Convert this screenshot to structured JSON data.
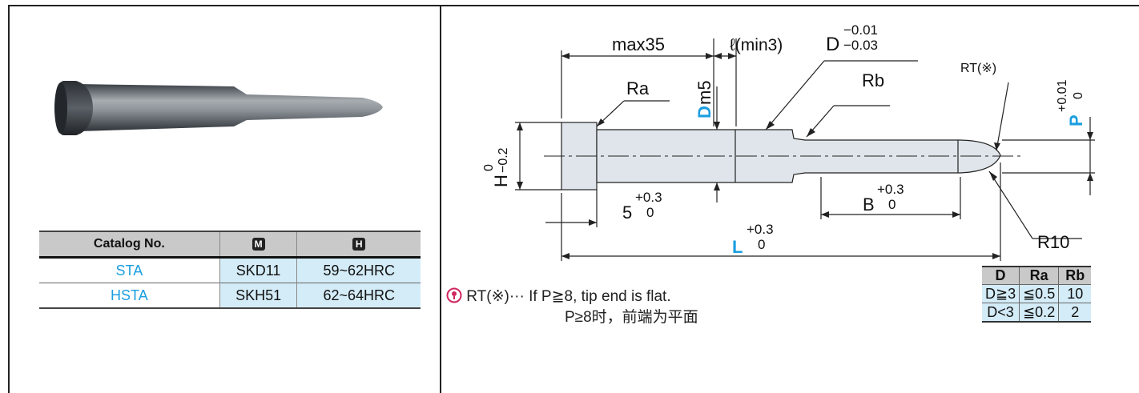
{
  "catalog_table": {
    "headers": [
      "Catalog No.",
      "M",
      "H"
    ],
    "rows": [
      {
        "catalog": "STA",
        "material": "SKD11",
        "hardness": "59~62HRC"
      },
      {
        "catalog": "HSTA",
        "material": "SKH51",
        "hardness": "62~64HRC"
      }
    ]
  },
  "drawing": {
    "max35": "max35",
    "l_min3": "ℓ(min3)",
    "D": "D",
    "D_tol_upper": "−0.01",
    "D_tol_lower": "−0.03",
    "Ra": "Ra",
    "Rb": "Rb",
    "RT": "RT(※)",
    "Dm5_D": "D",
    "Dm5_m5": "m5",
    "H": "H",
    "H_tol_upper": "0",
    "H_tol_lower": "−0.2",
    "P": "P",
    "P_tol_upper": "+0.01",
    "P_tol_lower": "0",
    "five": "5",
    "five_tol_upper": "+0.3",
    "five_tol_lower": "0",
    "B": "B",
    "B_tol_upper": "+0.3",
    "B_tol_lower": "0",
    "L": "L",
    "L_tol_upper": "+0.3",
    "L_tol_lower": "0",
    "R10": "R10"
  },
  "note": {
    "line1": "RT(※)··· If P≧8, tip end is flat.",
    "line2": "P≥8时，前端为平面"
  },
  "dim_table": {
    "headers": [
      "D",
      "Ra",
      "Rb"
    ],
    "rows": [
      [
        "D≧3",
        "≦0.5",
        "10"
      ],
      [
        "D<3",
        "≦0.2",
        "2"
      ]
    ]
  },
  "colors": {
    "accent_blue": "#1a9ee0",
    "material_bg": "#d4ecf7",
    "header_bg": "#c9c9c9"
  }
}
